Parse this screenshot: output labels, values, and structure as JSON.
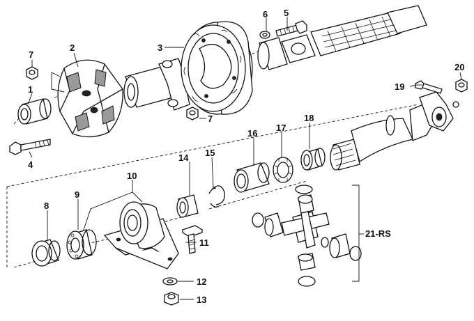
{
  "labels": {
    "p1": "1",
    "p2": "2",
    "p3": "3",
    "p4": "4",
    "p5": "5",
    "p6": "6",
    "p7a": "7",
    "p7b": "7",
    "p8": "8",
    "p9": "9",
    "p10": "10",
    "p11": "11",
    "p12": "12",
    "p13": "13",
    "p14": "14",
    "p15": "15",
    "p16": "16",
    "p17": "17",
    "p18": "18",
    "p19": "19",
    "p20": "20",
    "p21": "21-RS"
  }
}
